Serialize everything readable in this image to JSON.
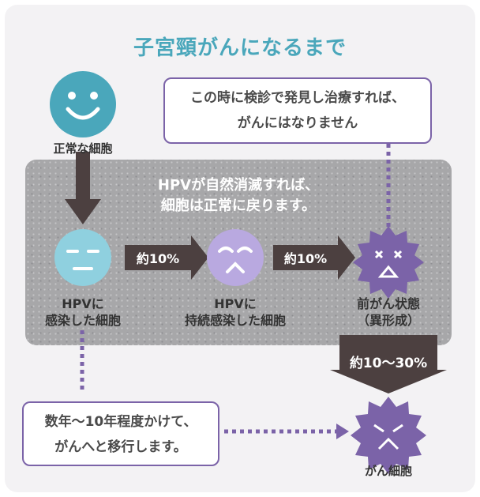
{
  "title": "子宮頸がんになるまで",
  "cells": {
    "normal": "正常な細胞",
    "hpv_infected_line1": "HPVに",
    "hpv_infected_line2": "感染した細胞",
    "persistent_line1": "HPVに",
    "persistent_line2": "持続感染した細胞",
    "precancer_line1": "前がん状態",
    "precancer_line2": "（異形成）",
    "cancer": "がん細胞"
  },
  "band_text": {
    "line1": "HPVが自然消滅すれば、",
    "line2": "細胞は正常に戻ります。"
  },
  "callout_top": {
    "line1": "この時に検診で発見し治療すれば、",
    "line2": "がんにはなりません"
  },
  "callout_bottom": {
    "line1": "数年～10年程度かけて、",
    "line2": "がんへと移行します。"
  },
  "percentages": {
    "infected_to_persistent": "約10%",
    "persistent_to_precancer": "約10%",
    "precancer_to_cancer": "約10～30%"
  },
  "colors": {
    "teal": "#4aa7bb",
    "light_teal": "#8fd0df",
    "light_purple": "#b9a9e0",
    "purple": "#7b63a8",
    "dark_arrow": "#4c4040"
  }
}
